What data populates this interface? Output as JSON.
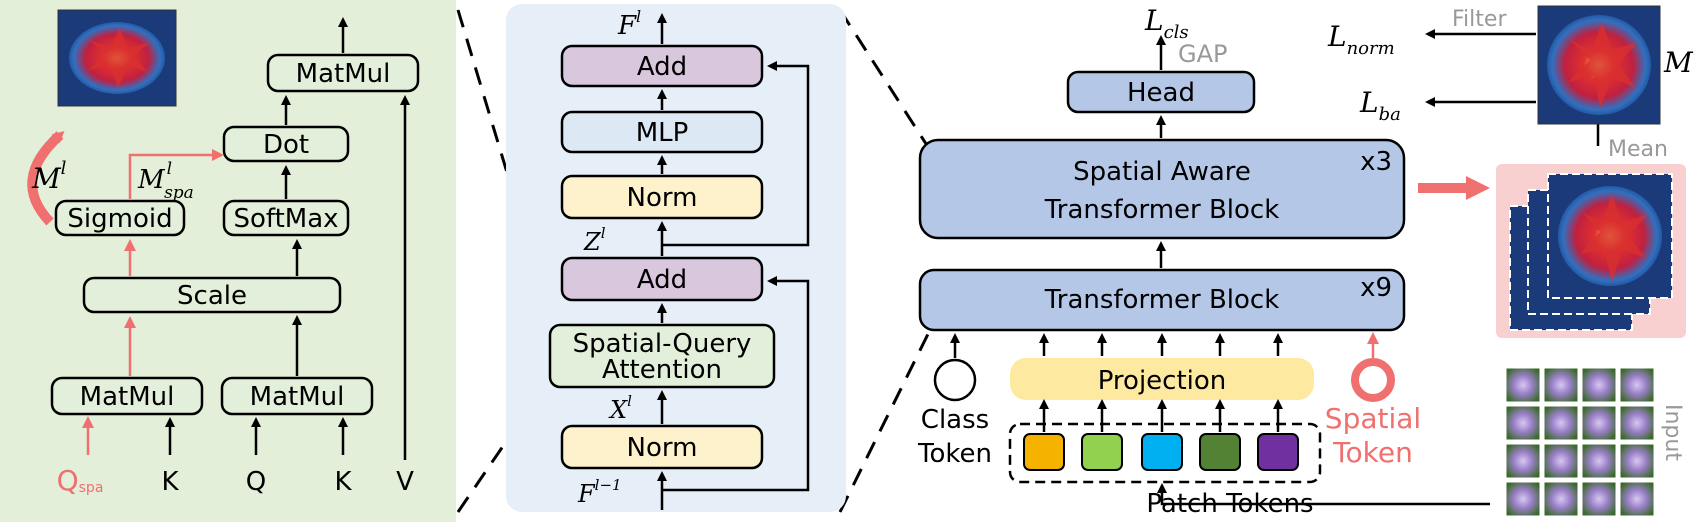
{
  "colors": {
    "green_panel": "#e3efd9",
    "blue_panel": "#e6eef8",
    "green_box": "#e2efda",
    "purple_box": "#d9c7dd",
    "blue_box": "#dce8f4",
    "yellow_box": "#fef2cc",
    "block_blue": "#b4c7e7",
    "projection": "#fde9a0",
    "highlight": "#f8d0d0",
    "accent_red": "#f07070",
    "token_colors": [
      "#f5b300",
      "#92d050",
      "#00b0f0",
      "#548235",
      "#7030a0"
    ]
  },
  "left_panel": {
    "matmul_top": "MatMul",
    "dot": "Dot",
    "softmax": "SoftMax",
    "sigmoid": "Sigmoid",
    "scale": "Scale",
    "matmul_left": "MatMul",
    "matmul_right": "MatMul",
    "m_l": "M",
    "m_l_sup": "l",
    "m_spa": "M",
    "m_spa_sup": "l",
    "m_spa_sub": "spa",
    "q_spa": "Q",
    "q_spa_sub": "spa",
    "k1": "K",
    "q": "Q",
    "k2": "K",
    "v": "V"
  },
  "middle_panel": {
    "f_l": "F",
    "f_l_sup": "l",
    "add_top": "Add",
    "mlp": "MLP",
    "norm_top": "Norm",
    "z_l": "Z",
    "z_l_sup": "l",
    "add_bottom": "Add",
    "attention_line1": "Spatial-Query",
    "attention_line2": "Attention",
    "x_l": "X",
    "x_l_sup": "l",
    "norm_bottom": "Norm",
    "f_prev": "F",
    "f_prev_sup": "l−1"
  },
  "right_panel": {
    "l_cls": "L",
    "l_cls_sub": "cls",
    "gap": "GAP",
    "head": "Head",
    "sa_block_line1": "Spatial Aware",
    "sa_block_line2": "Transformer Block",
    "sa_repeat": "x3",
    "t_block": "Transformer Block",
    "t_repeat": "x9",
    "projection": "Projection",
    "class_token_line1": "Class",
    "class_token_line2": "Token",
    "spatial_token_line1": "Spatial",
    "spatial_token_line2": "Token",
    "patch_tokens": "Patch Tokens",
    "input": "Input",
    "l_norm": "L",
    "l_norm_sub": "norm",
    "l_ba": "L",
    "l_ba_sub": "ba",
    "filter": "Filter",
    "mean": "Mean",
    "m": "M"
  }
}
